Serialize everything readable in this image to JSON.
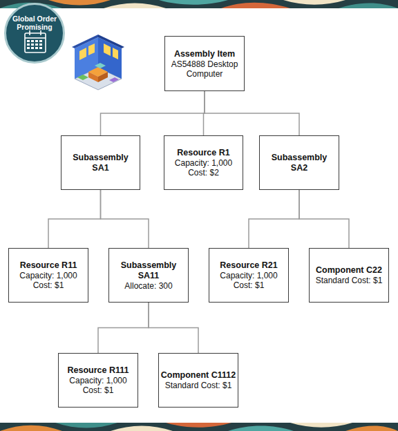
{
  "diagram": {
    "nodes": [
      {
        "text": [
          "Global Order Promising"
        ]
      },
      {
        "text": [
          "Assembly Item",
          "AS54888 Desktop Computer"
        ]
      },
      {
        "text": [
          "Subassembly SA1"
        ]
      },
      {
        "text": [
          "Resource R1",
          "Capacity: 1,000 Cost: $2"
        ]
      },
      {
        "text": [
          "Subassembly SA2"
        ]
      },
      {
        "text": [
          "Resource R11",
          "Capacity: 1,000 Cost: $1"
        ]
      },
      {
        "text": [
          "Subassembly SA11",
          "Allocate: 300"
        ]
      },
      {
        "text": [
          "Resource R21",
          "Capacity: 1,000 Cost: $1"
        ]
      },
      {
        "text": [
          "Component C22",
          "Standard Cost: $1"
        ]
      },
      {
        "text": [
          "Resource R111",
          "Capacity: 1,000 Cost: $1"
        ]
      },
      {
        "text": [
          "Component C1112",
          "Standard Cost: $1"
        ]
      }
    ],
    "edges": [
      {
        "from": 1,
        "to": 2,
        "arrow": "none"
      },
      {
        "from": 1,
        "to": 3,
        "arrow": "none"
      },
      {
        "from": 1,
        "to": 4,
        "arrow": "none"
      },
      {
        "from": 2,
        "to": 5,
        "arrow": "none"
      },
      {
        "from": 2,
        "to": 6,
        "arrow": "none"
      },
      {
        "from": 4,
        "to": 7,
        "arrow": "none"
      },
      {
        "from": 4,
        "to": 8,
        "arrow": "none"
      },
      {
        "from": 6,
        "to": 9,
        "arrow": "none"
      },
      {
        "from": 6,
        "to": 10,
        "arrow": "none"
      }
    ]
  }
}
